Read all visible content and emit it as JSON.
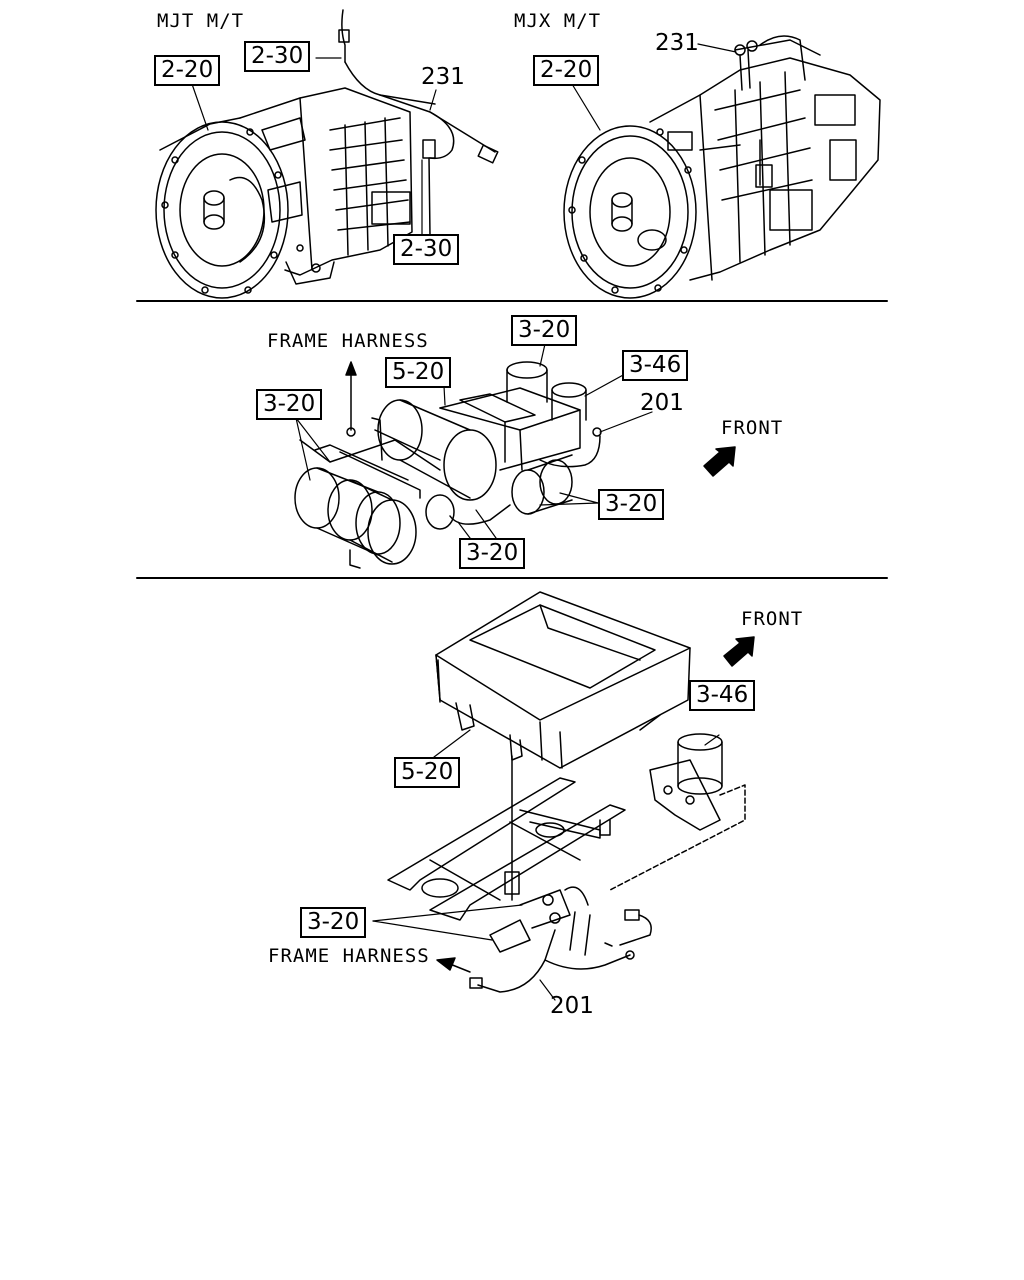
{
  "top": {
    "left_title": "MJT M/T",
    "right_title": "MJX M/T",
    "left_ref_housing": "2-20",
    "left_ref_switch_top": "2-30",
    "left_ref_switch_bottom": "2-30",
    "left_part_harness": "231",
    "right_ref_housing": "2-20",
    "right_part_harness": "231"
  },
  "middle": {
    "frame_harness": "FRAME HARNESS",
    "front": "FRONT",
    "ref_tank_top": "3-20",
    "ref_box": "5-20",
    "ref_dryer": "3-46",
    "ref_tanks_left": "3-20",
    "ref_tanks_right": "3-20",
    "ref_tanks_bottom": "3-20",
    "part_harness": "201"
  },
  "bottom": {
    "front": "FRONT",
    "ref_dryer": "3-46",
    "ref_box": "5-20",
    "ref_valves": "3-20",
    "frame_harness": "FRAME HARNESS",
    "part_harness": "201"
  }
}
